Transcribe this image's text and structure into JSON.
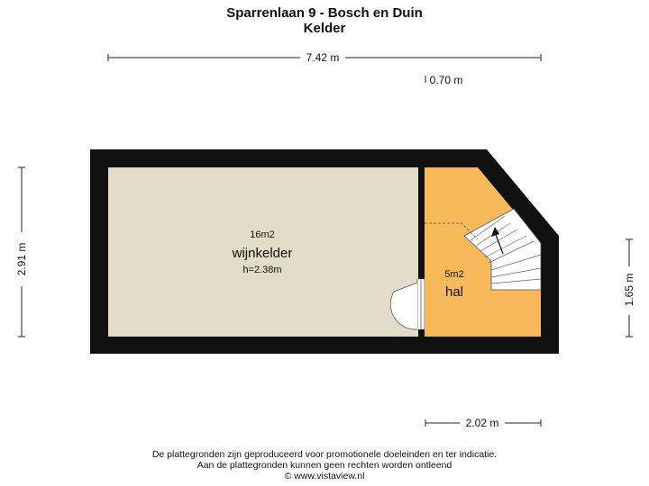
{
  "header": {
    "title": "Sparrenlaan 9 - Bosch en Duin",
    "floor": "Kelder"
  },
  "dimensions": {
    "total_width": "7.42 m",
    "offset_top": "0.70 m",
    "left_height": "2.91 m",
    "right_height": "1.65 m",
    "bottom_width": "2.02 m"
  },
  "rooms": [
    {
      "area": "16m2",
      "name": "wijnkelder",
      "height": "h=2.38m",
      "color": "#e3dcc8"
    },
    {
      "area": "5m2",
      "name": "hal",
      "color": "#f8b95a"
    }
  ],
  "colors": {
    "wall": "#111111",
    "dimension_line": "#222222"
  },
  "footer": {
    "line1": "De plattegronden zijn geproduceerd voor promotionele doeleinden en ter indicatie.",
    "line2": "Aan de plattegronden kunnen geen rechten worden ontleend",
    "line3": "© www.vistaview.nl"
  }
}
